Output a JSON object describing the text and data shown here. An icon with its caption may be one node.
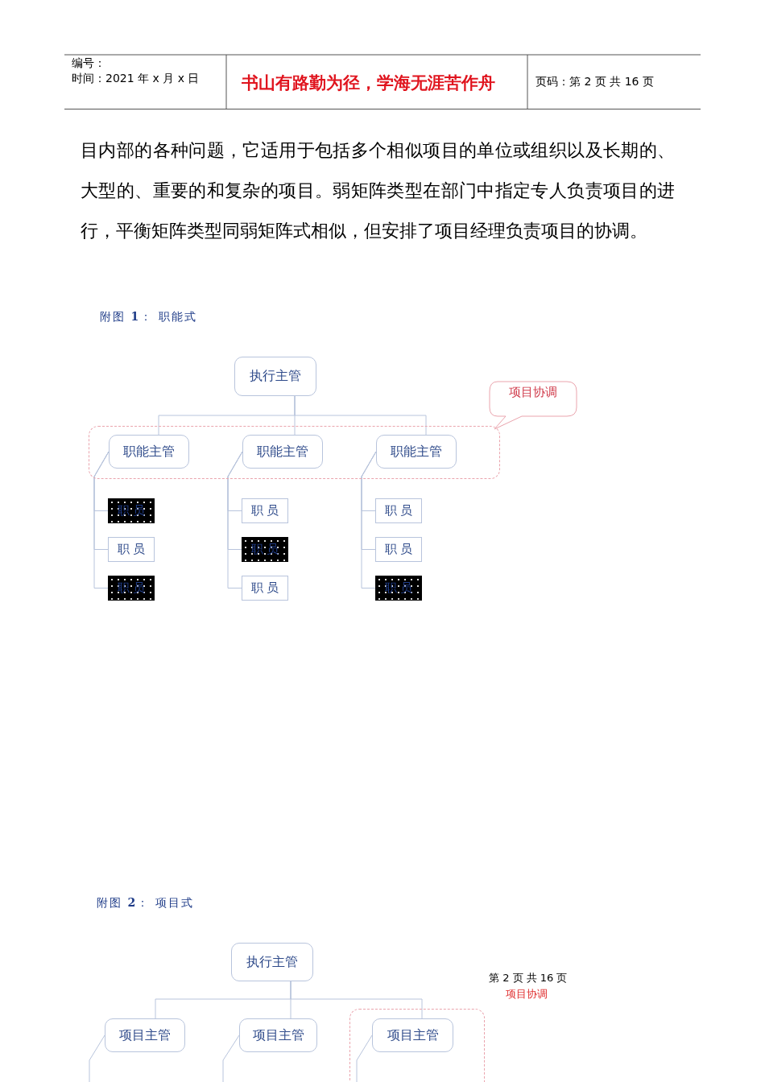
{
  "diagram": {
    "nodes": [
      {
        "text": [
          "执行主管"
        ]
      },
      {
        "text": [
          "项目协调"
        ]
      },
      {
        "text": [],
        "shape": "box"
      },
      {
        "text": [
          "职能主管"
        ],
        "in": 2
      },
      {
        "text": [
          "职能主管"
        ],
        "in": 2
      },
      {
        "text": [
          "职能主管"
        ],
        "in": 2
      },
      {
        "text": [
          "职 员"
        ]
      },
      {
        "text": [
          "职 员"
        ]
      },
      {
        "text": [
          "职 员"
        ]
      },
      {
        "text": [
          "职 员"
        ]
      },
      {
        "text": [
          "职 员"
        ]
      },
      {
        "text": [
          "职 员"
        ]
      },
      {
        "text": [
          "职 员"
        ]
      },
      {
        "text": [
          "职 员"
        ]
      },
      {
        "text": [
          "职 员"
        ]
      },
      {
        "text": [
          "执行主管"
        ]
      },
      {
        "text": [
          "项目主管"
        ]
      },
      {
        "text": [
          "项目主管"
        ]
      },
      {
        "text": [],
        "shape": "box"
      },
      {
        "text": [
          "项目主管"
        ],
        "in": 18
      }
    ],
    "edges": [
      {
        "from": 0,
        "to": 3,
        "arrow": "none"
      },
      {
        "from": 0,
        "to": 4,
        "arrow": "none"
      },
      {
        "from": 0,
        "to": 5,
        "arrow": "none"
      },
      {
        "from": 3,
        "to": 6,
        "arrow": "none"
      },
      {
        "from": 3,
        "to": 7,
        "arrow": "none"
      },
      {
        "from": 3,
        "to": 8,
        "arrow": "none"
      },
      {
        "from": 4,
        "to": 9,
        "arrow": "none"
      },
      {
        "from": 4,
        "to": 10,
        "arrow": "none"
      },
      {
        "from": 4,
        "to": 11,
        "arrow": "none"
      },
      {
        "from": 5,
        "to": 12,
        "arrow": "none"
      },
      {
        "from": 5,
        "to": 13,
        "arrow": "none"
      },
      {
        "from": 5,
        "to": 14,
        "arrow": "none"
      },
      {
        "from": 15,
        "to": 16,
        "arrow": "none"
      },
      {
        "from": 15,
        "to": 17,
        "arrow": "none"
      },
      {
        "from": 15,
        "to": 19,
        "arrow": "none"
      },
      {
        "from": 16,
        "to": null,
        "arrow": "none"
      },
      {
        "from": 17,
        "to": null,
        "arrow": "none"
      },
      {
        "from": 19,
        "to": null,
        "arrow": "none"
      }
    ],
    "labels": [
      "编号：",
      "时间：2021 年 x 月 x 日",
      "书山有路勤为径，学海无涯苦作舟",
      "页码：第 2 页 共 16 页",
      "目内部的各种问题，它适用于包括多个相似项目的单位或组织以及长期的、大型的、重要的和复杂的项目。弱矩阵类型在部门中指定专人负责项目的进行，平衡矩阵类型同弱矩阵式相似，但安排了项目经理负责项目的协调。",
      "附图 **1**： 职能式",
      "附图 **2**： 项目式",
      "第 2 页 共 16 页",
      "项目协调"
    ]
  }
}
